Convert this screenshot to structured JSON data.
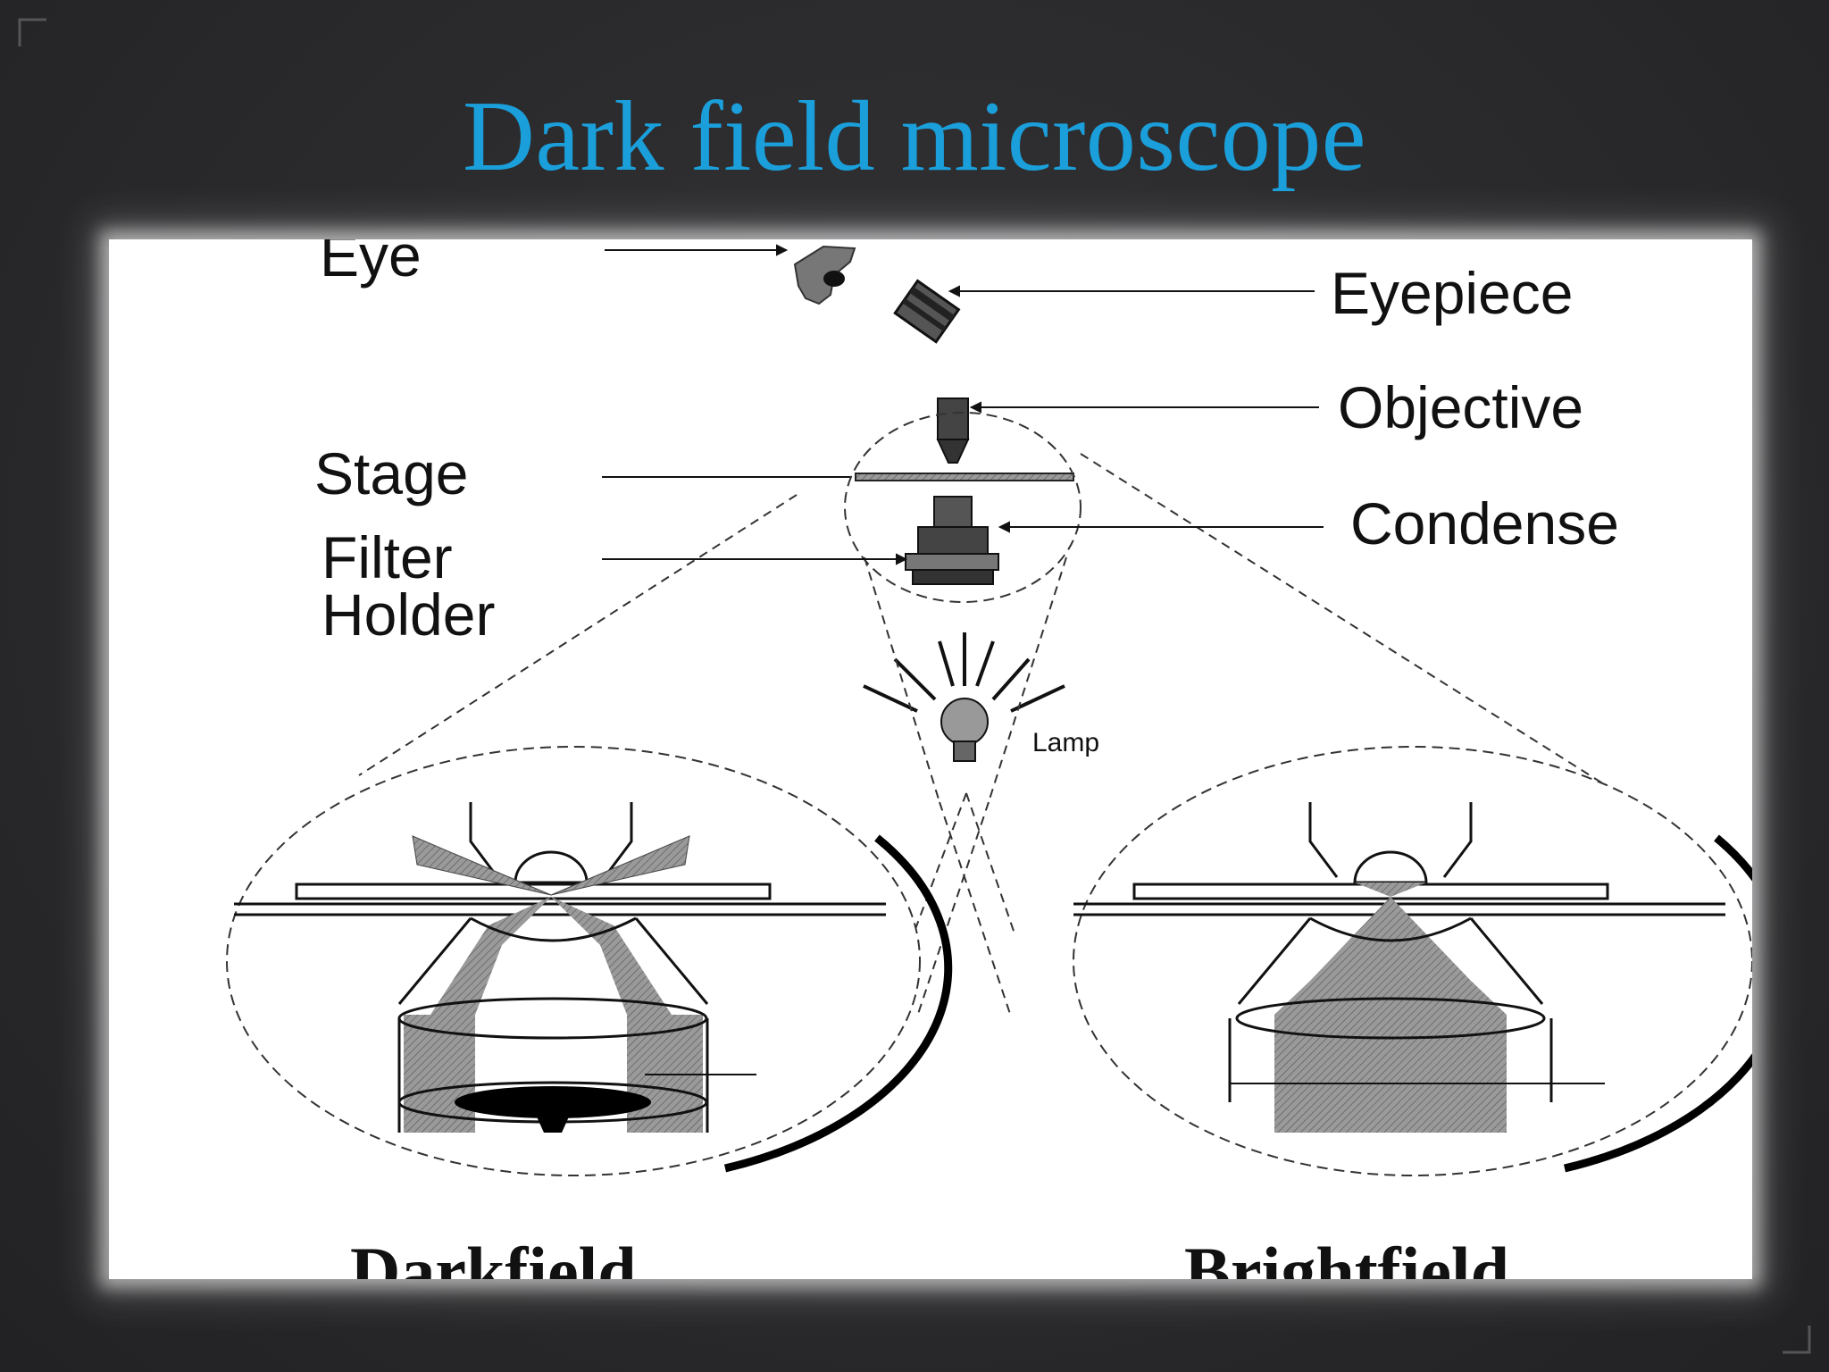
{
  "slide": {
    "title": "Dark field microscope"
  },
  "diagram": {
    "labels": {
      "eye": "Eye",
      "eyepiece": "Eyepiece",
      "objective": "Objective",
      "stage": "Stage",
      "filter_holder_line1": "Filter",
      "filter_holder_line2": "Holder",
      "condenser": "Condense",
      "lamp": "Lamp"
    },
    "panels": {
      "left": "Darkfield",
      "right": "Brightfield"
    }
  }
}
